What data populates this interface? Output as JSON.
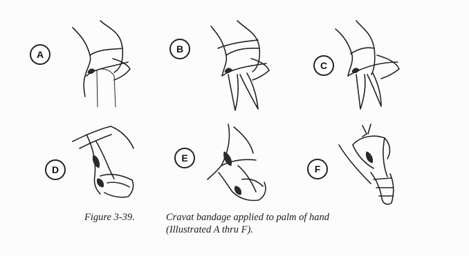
{
  "figure": {
    "panels": [
      {
        "label": "A"
      },
      {
        "label": "B"
      },
      {
        "label": "C"
      },
      {
        "label": "D"
      },
      {
        "label": "E"
      },
      {
        "label": "F"
      }
    ],
    "caption": {
      "figure_number": "Figure 3-39.",
      "line1": "Cravat bandage applied to palm of hand",
      "line2": "(Illustrated A thru F)."
    }
  }
}
